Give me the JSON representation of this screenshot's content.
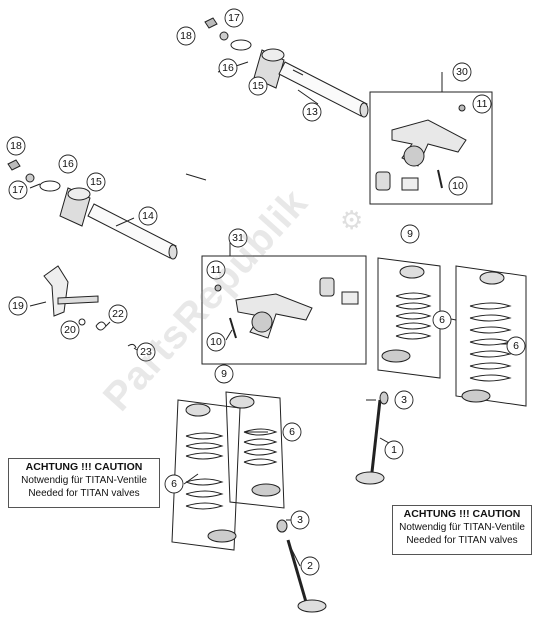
{
  "callout_left": {
    "heading": "ACHTUNG !!! CAUTION",
    "line1": "Notwendig für TITAN-Ventile",
    "line2": "Needed for TITAN valves"
  },
  "callout_right": {
    "heading": "ACHTUNG !!! CAUTION",
    "line1": "Notwendig für TITAN-Ventile",
    "line2": "Needed for TITAN valves"
  },
  "watermark": "PartsRepublik",
  "part_numbers": [
    {
      "id": "p18a",
      "label": "18"
    },
    {
      "id": "p17a",
      "label": "17"
    },
    {
      "id": "p16a",
      "label": "16"
    },
    {
      "id": "p15a",
      "label": "15"
    },
    {
      "id": "p13",
      "label": "13"
    },
    {
      "id": "p30",
      "label": "30"
    },
    {
      "id": "p11a",
      "label": "11"
    },
    {
      "id": "p10a",
      "label": "10"
    },
    {
      "id": "p18b",
      "label": "18"
    },
    {
      "id": "p16b",
      "label": "16"
    },
    {
      "id": "p17b",
      "label": "17"
    },
    {
      "id": "p15b",
      "label": "15"
    },
    {
      "id": "p14",
      "label": "14"
    },
    {
      "id": "p31",
      "label": "31"
    },
    {
      "id": "p9a",
      "label": "9"
    },
    {
      "id": "p11b",
      "label": "11"
    },
    {
      "id": "p19",
      "label": "19"
    },
    {
      "id": "p22",
      "label": "22"
    },
    {
      "id": "p20",
      "label": "20"
    },
    {
      "id": "p23",
      "label": "23"
    },
    {
      "id": "p10b",
      "label": "10"
    },
    {
      "id": "p6a",
      "label": "6"
    },
    {
      "id": "p6b",
      "label": "6"
    },
    {
      "id": "p9b",
      "label": "9"
    },
    {
      "id": "p3a",
      "label": "3"
    },
    {
      "id": "p6c",
      "label": "6"
    },
    {
      "id": "p1",
      "label": "1"
    },
    {
      "id": "p6d",
      "label": "6"
    },
    {
      "id": "p3b",
      "label": "3"
    },
    {
      "id": "p2",
      "label": "2"
    }
  ]
}
